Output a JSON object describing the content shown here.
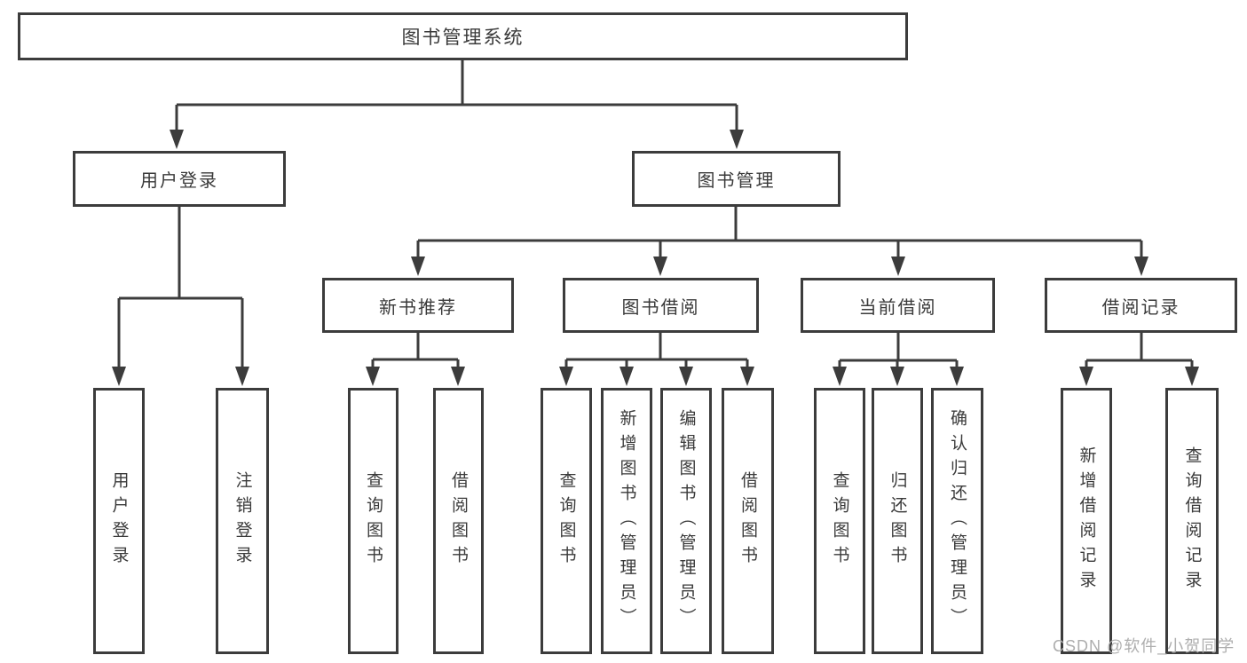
{
  "hierarchy": {
    "root": {
      "label": "图书管理系统",
      "children": [
        {
          "label": "用户登录",
          "children": [
            {
              "label": "用户登录"
            },
            {
              "label": "注销登录"
            }
          ]
        },
        {
          "label": "图书管理",
          "children": [
            {
              "label": "新书推荐",
              "children": [
                {
                  "label": "查询图书"
                },
                {
                  "label": "借阅图书"
                }
              ]
            },
            {
              "label": "图书借阅",
              "children": [
                {
                  "label": "查询图书"
                },
                {
                  "label": "新增图书（管理员）"
                },
                {
                  "label": "编辑图书（管理员）"
                },
                {
                  "label": "借阅图书"
                }
              ]
            },
            {
              "label": "当前借阅",
              "children": [
                {
                  "label": "查询图书"
                },
                {
                  "label": "归还图书"
                },
                {
                  "label": "确认归还（管理员）"
                }
              ]
            },
            {
              "label": "借阅记录",
              "children": [
                {
                  "label": "新增借阅记录"
                },
                {
                  "label": "查询借阅记录"
                }
              ]
            }
          ]
        }
      ]
    }
  },
  "watermark": "CSDN @软件_小贺同学",
  "colors": {
    "line": "#3c3c3c",
    "box_border": "#3c3c3c",
    "text": "#3a3a3a",
    "watermark": "#aeaeae",
    "background": "#ffffff"
  }
}
